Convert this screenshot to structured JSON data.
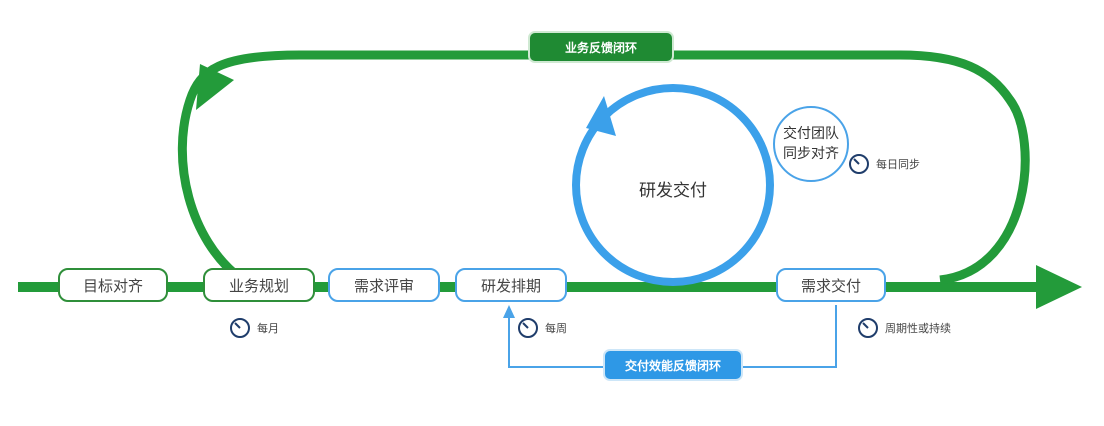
{
  "loops": {
    "business_feedback": "业务反馈闭环",
    "delivery_feedback": "交付效能反馈闭环",
    "dev_delivery": "研发交付"
  },
  "stages": {
    "goal_align": "目标对齐",
    "biz_plan": "业务规划",
    "req_review": "需求评审",
    "dev_schedule": "研发排期",
    "req_delivery": "需求交付"
  },
  "sync": {
    "line1": "交付团队",
    "line2": "同步对齐"
  },
  "cadence": {
    "monthly": "每月",
    "weekly": "每周",
    "daily": "每日同步",
    "periodic": "周期性或持续"
  },
  "icons": {
    "timer": "stopwatch-icon",
    "arrow_main": "arrow-right-icon"
  },
  "colors": {
    "green": "#1f8a33",
    "green_line": "#239b3a",
    "blue": "#3ba0ea",
    "blue_light": "#4aa3e8"
  }
}
